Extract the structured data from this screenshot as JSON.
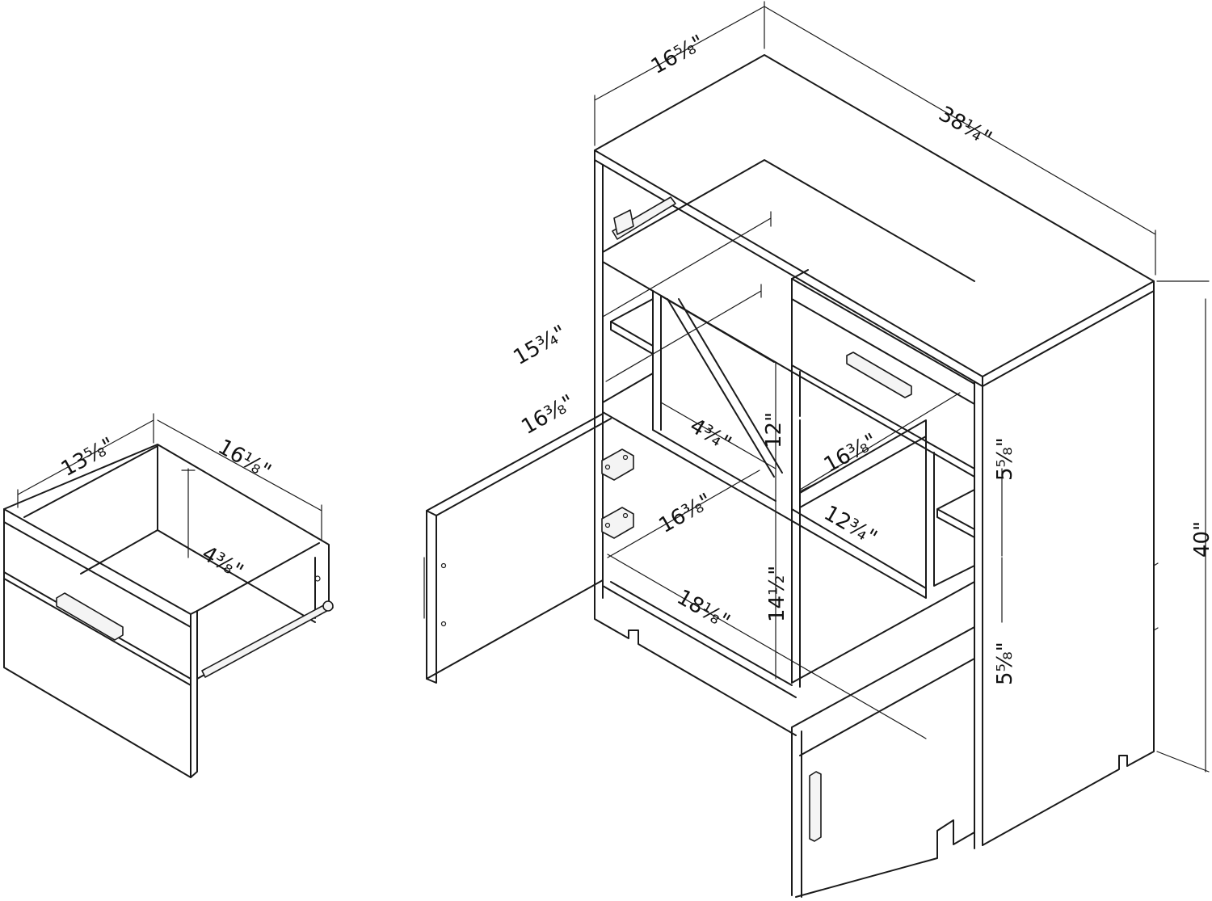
{
  "dimensions": {
    "cabinet_depth": "16⅝\"",
    "cabinet_width": "38¼\"",
    "cabinet_height": "40\"",
    "upper_shelf_depth": "15¾\"",
    "upper_opening_width": "16⅜\"",
    "center_divider_width": "4¾\"",
    "upper_opening_height": "12\"",
    "right_compartment_width": "16⅜\"",
    "right_compartment_depth": "12¾\"",
    "top_drawer_height": "5⅝\"",
    "lower_opening_width": "16⅜\"",
    "lower_opening_depth": "18⅛\"",
    "lower_opening_height": "14½\"",
    "bottom_drawer_height": "5⅝\"",
    "drawer_depth": "13⅝\"",
    "drawer_width": "16⅛\"",
    "drawer_height": "4⅜\""
  }
}
